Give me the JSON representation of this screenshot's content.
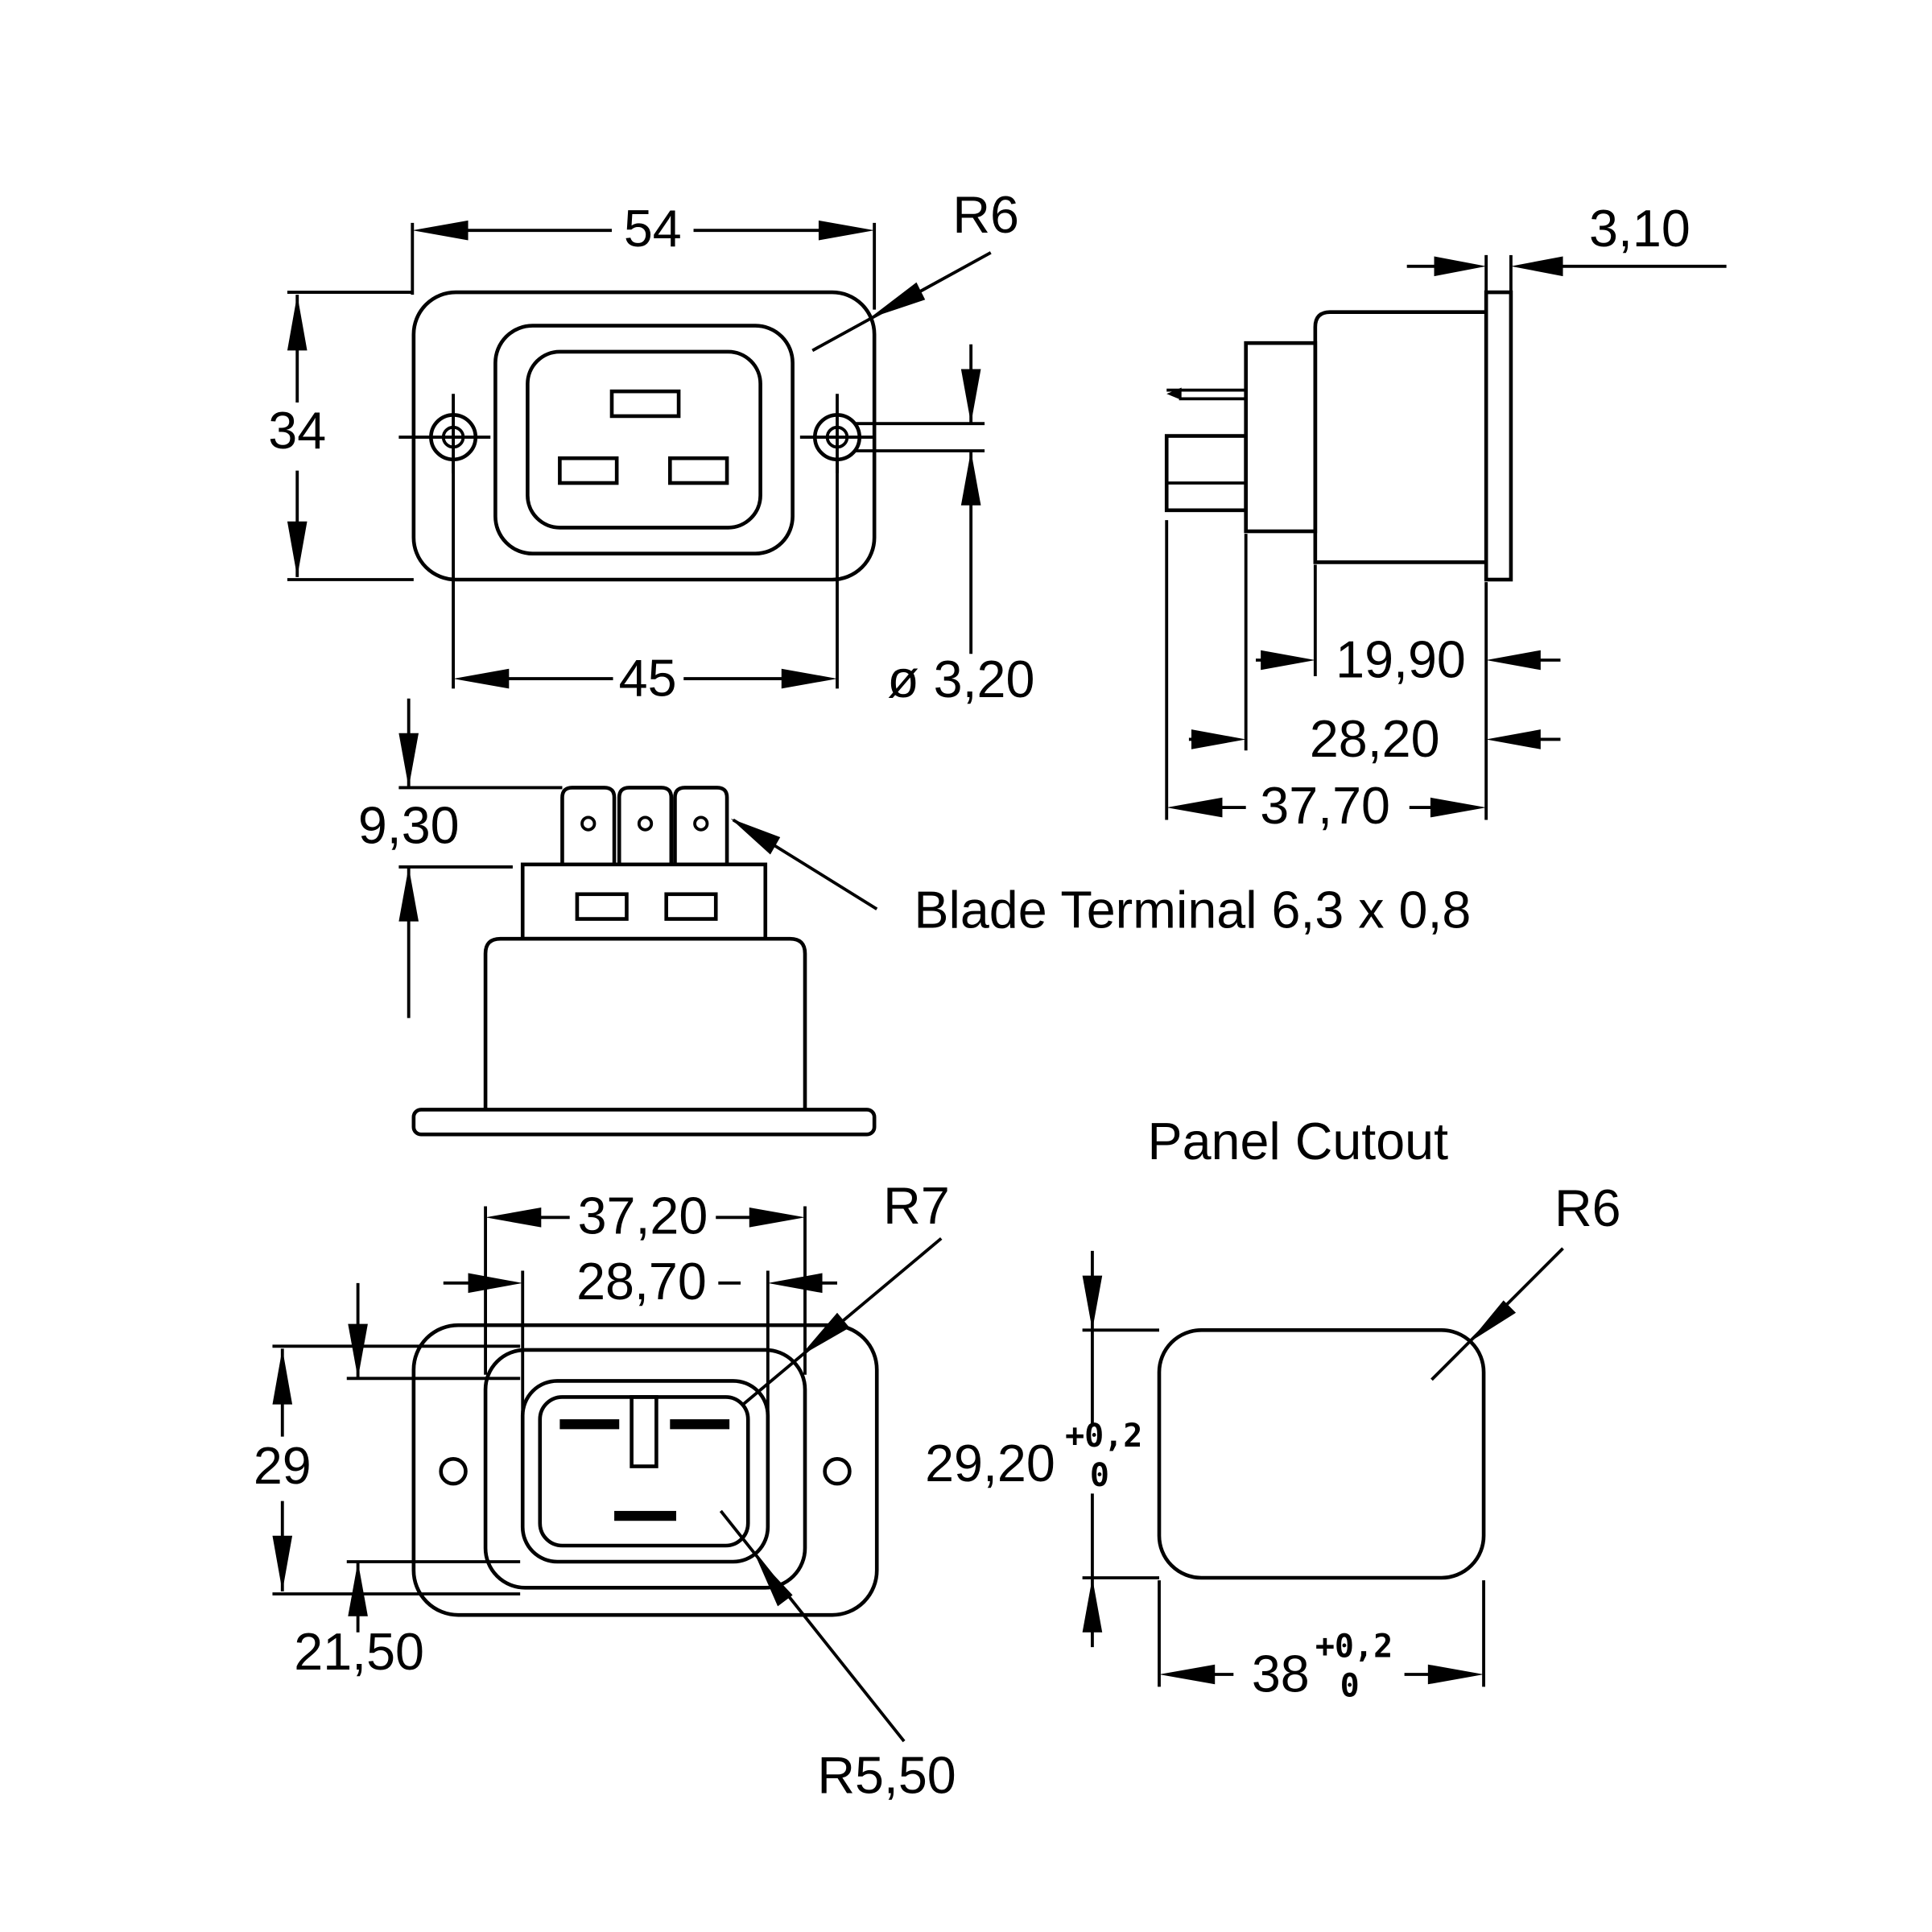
{
  "labels": {
    "width_54": "54",
    "radius_r6_top": "R6",
    "thickness_3_10": "3,10",
    "height_34": "34",
    "hole_spacing_45": "45",
    "hole_diameter": "ø 3,20",
    "depth_19_90": "19,90",
    "depth_28_20": "28,20",
    "depth_37_70": "37,70",
    "terminal_9_30": "9,30",
    "blade_terminal": "Blade Terminal  6,3 x 0,8",
    "panel_cutout": "Panel Cutout",
    "width_37_20": "37,20",
    "width_28_70": "28,70",
    "radius_r7": "R7",
    "radius_r6_cutout": "R6",
    "height_29": "29",
    "height_21_50": "21,50",
    "radius_r5_50": "R5,50",
    "cutout_height": "29,20",
    "cutout_height_tol_upper": "+0,2",
    "cutout_height_tol_lower": "0",
    "cutout_width": "38",
    "cutout_width_tol_upper": "+0,2",
    "cutout_width_tol_lower": "0"
  },
  "colors": {
    "line": "#000000",
    "background": "#ffffff"
  }
}
